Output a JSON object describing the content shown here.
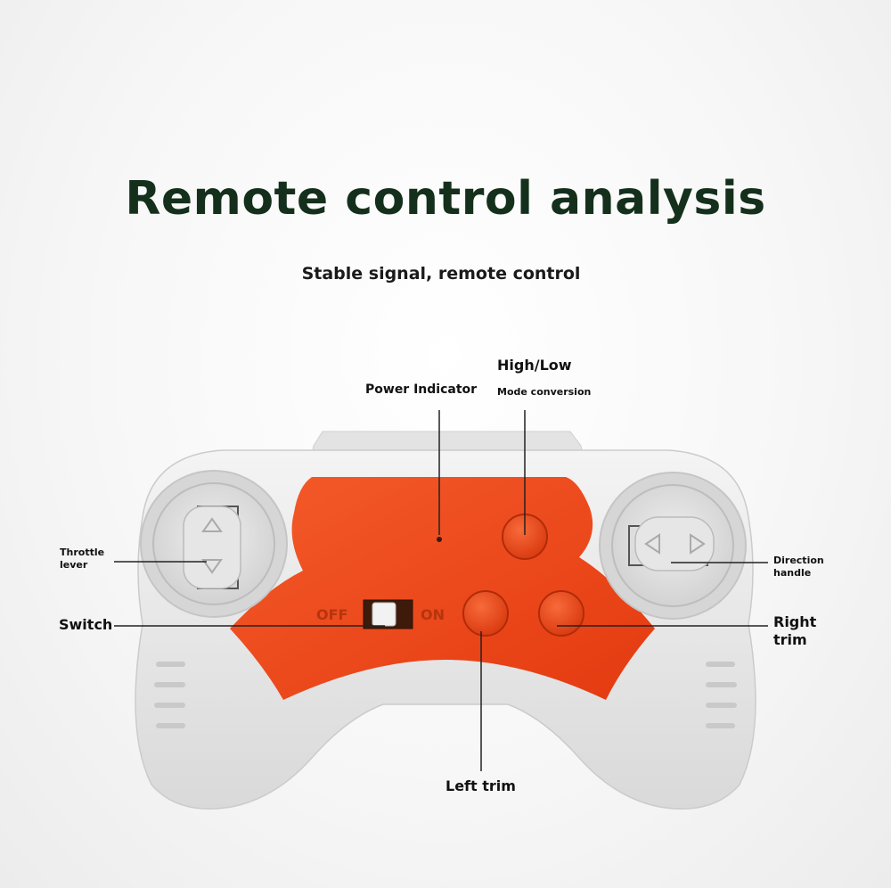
{
  "title": "Remote control analysis",
  "subtitle": "Stable signal, remote control",
  "callouts": {
    "high_low": "High/Low",
    "mode_conversion": "Mode conversion",
    "power_indicator": "Power Indicator",
    "throttle_line1": "Throttle",
    "throttle_line2": "lever",
    "direction_line1": "Direction",
    "direction_line2": "handle",
    "switch": "Switch",
    "right_trim_line1": "Right",
    "right_trim_line2": "trim",
    "left_trim": "Left trim"
  },
  "switch_labels": {
    "off": "OFF",
    "on": "ON"
  },
  "colors": {
    "title": "#14301c",
    "panel": "#f24a1c",
    "body": "#e9e9e9"
  }
}
